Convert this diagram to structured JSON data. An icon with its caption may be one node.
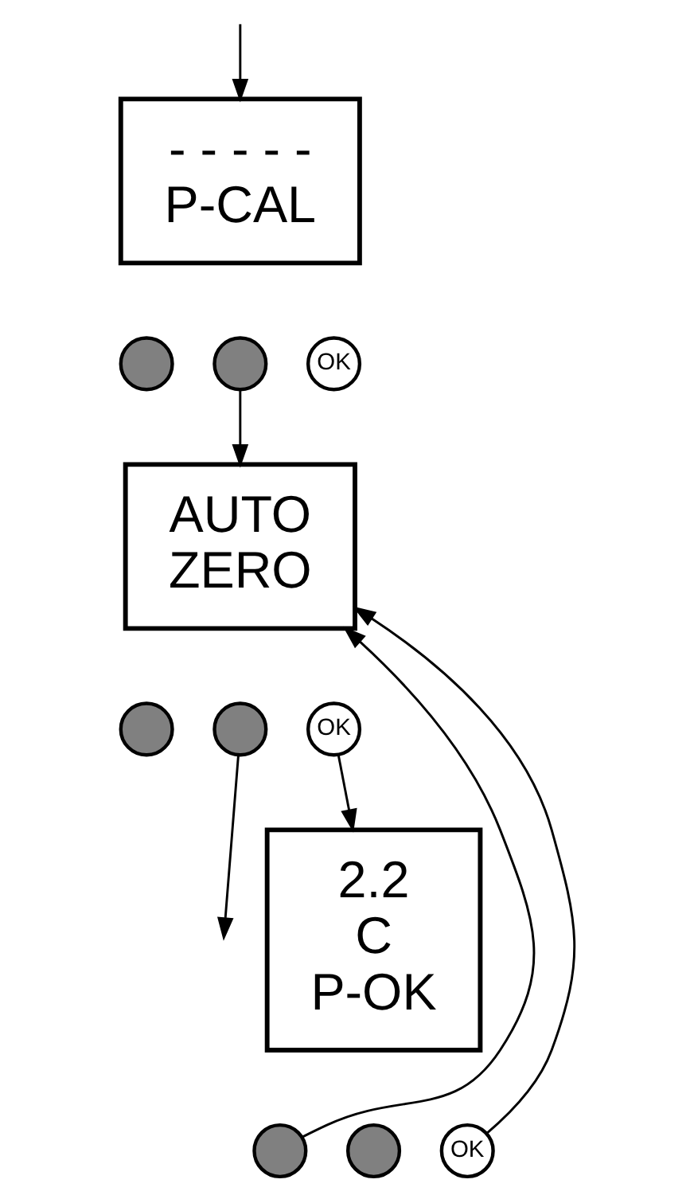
{
  "diagram": {
    "nodes": [
      {
        "text": [
          "- - - - -",
          "P-CAL"
        ]
      },
      {
        "text": [],
        "shape": "circle"
      },
      {
        "text": [],
        "shape": "circle"
      },
      {
        "text": [
          "OK"
        ]
      },
      {
        "text": [
          "AUTO",
          "ZERO"
        ]
      },
      {
        "text": [],
        "shape": "circle"
      },
      {
        "text": [],
        "shape": "circle"
      },
      {
        "text": [
          "OK"
        ]
      },
      {
        "text": [
          "2.2",
          "C",
          "P-OK"
        ]
      },
      {
        "text": [],
        "shape": "circle"
      },
      {
        "text": [],
        "shape": "circle"
      },
      {
        "text": [
          "OK"
        ]
      }
    ],
    "edges": [
      {
        "from": null,
        "to": 0,
        "arrow": "to"
      },
      {
        "from": 2,
        "to": 4,
        "arrow": "to"
      },
      {
        "from": 7,
        "to": 8,
        "arrow": "to"
      },
      {
        "from": 6,
        "to": null,
        "arrow": "to"
      },
      {
        "from": 9,
        "to": 4,
        "arrow": "to"
      },
      {
        "from": 11,
        "to": 4,
        "arrow": "to"
      }
    ]
  }
}
